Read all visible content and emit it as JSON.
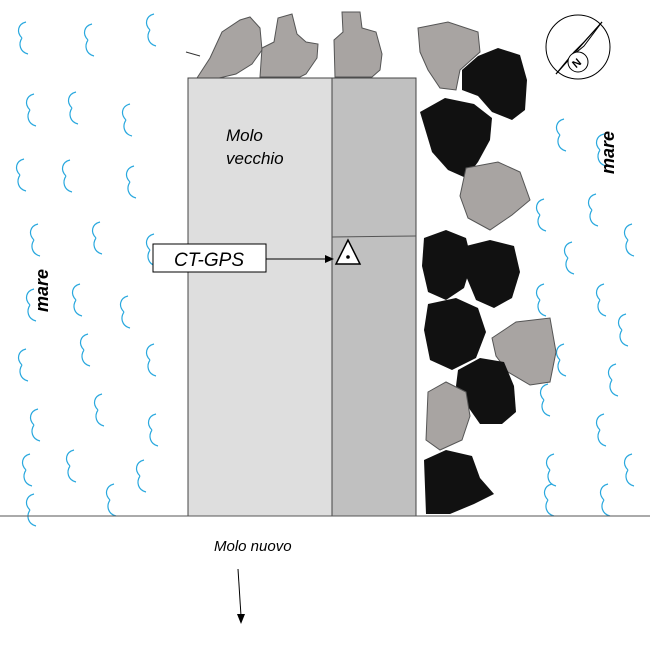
{
  "labels": {
    "molo_vecchio_line1": "Molo",
    "molo_vecchio_line2": "vecchio",
    "mare_left": "mare",
    "mare_right": "mare",
    "station": "CT-GPS",
    "molo_nuovo": "Molo nuovo",
    "compass_letter": "N"
  },
  "colors": {
    "pier_light": "#dedede",
    "pier_dark": "#c0c0c0",
    "rock_light": "#a8a4a2",
    "rock_dark": "#111111",
    "wave": "#29a8de",
    "outline": "#333333"
  },
  "icons": {
    "station_marker": "triangle-dot-icon",
    "north_arrow": "compass-icon"
  }
}
